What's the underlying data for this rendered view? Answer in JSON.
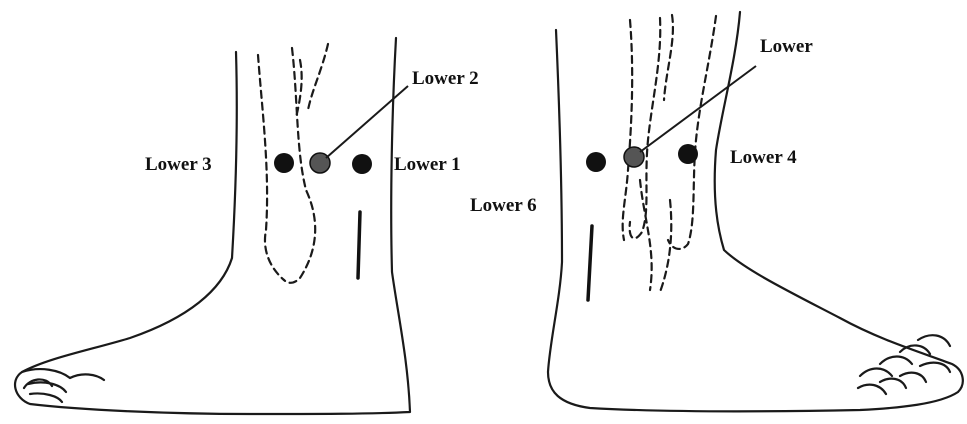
{
  "labels": {
    "lower1": "Lower 1",
    "lower2": "Lower 2",
    "lower3": "Lower 3",
    "lower4": "Lower 4",
    "lower5": "Lower",
    "lower6": "Lower 6"
  },
  "colors": {
    "point_dark": "#111111",
    "point_gray": "#555555",
    "line": "#1a1a1a"
  }
}
